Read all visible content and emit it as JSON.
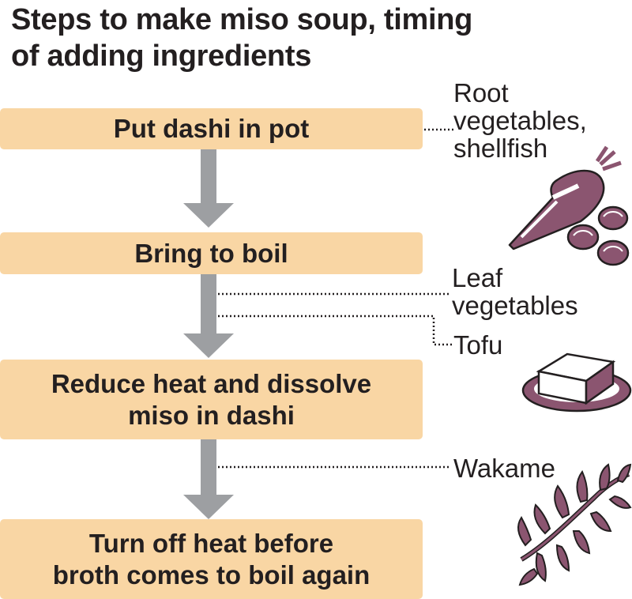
{
  "title": "Steps to make miso soup, timing\nof adding ingredients",
  "steps": [
    {
      "label": "Put dashi in pot"
    },
    {
      "label": "Bring to boil"
    },
    {
      "label": "Reduce heat and dissolve\nmiso in dashi"
    },
    {
      "label": "Turn off heat before\nbroth comes to boil again"
    }
  ],
  "ingredients": {
    "root": "Root\nvegetables,\nshellfish",
    "leaf": "Leaf\nvegetables",
    "tofu": "Tofu",
    "wakame": "Wakame"
  },
  "colors": {
    "step_box": "#f9d6a4",
    "arrow": "#9d9fa2",
    "illustration": "#8b5570",
    "text": "#231f20"
  }
}
